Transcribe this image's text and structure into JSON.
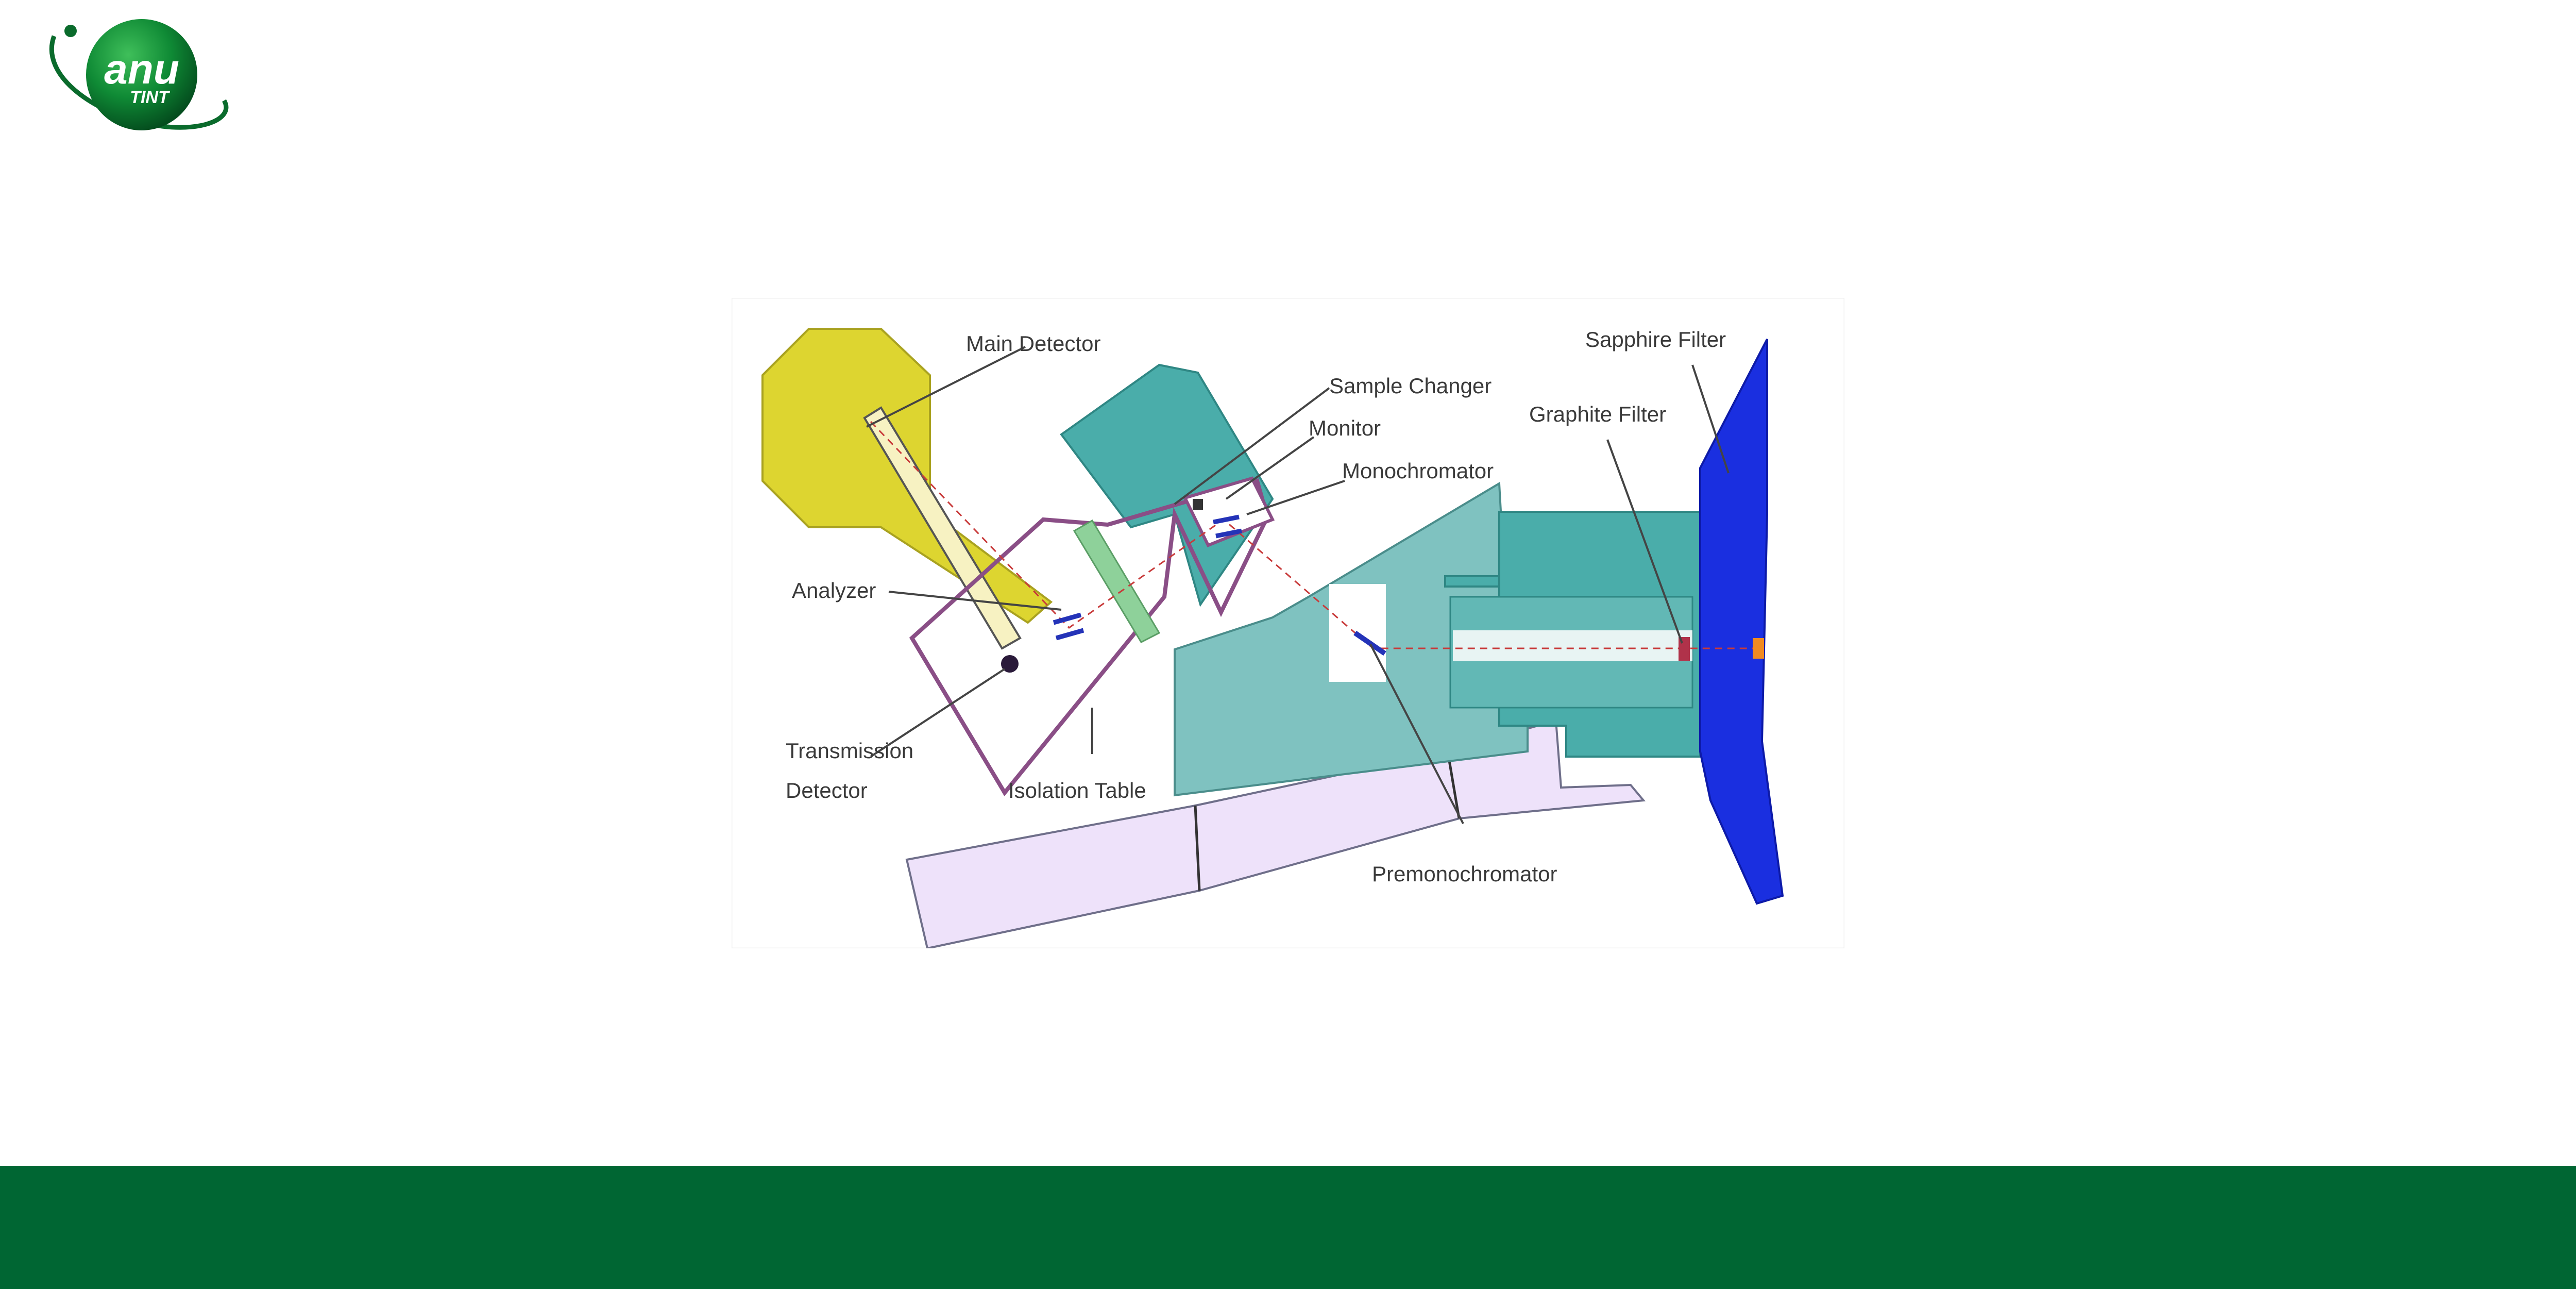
{
  "logo": {
    "primary": "anu",
    "secondary": "TINT"
  },
  "diagram": {
    "labels": {
      "main_detector": "Main Detector",
      "sample_changer": "Sample Changer",
      "monitor": "Monitor",
      "monochromator": "Monochromator",
      "sapphire_filter": "Sapphire Filter",
      "graphite_filter": "Graphite Filter",
      "analyzer": "Analyzer",
      "transmission_1": "Transmission",
      "transmission_2": "Detector",
      "isolation_table": "Isolation Table",
      "premonochromator": "Premonochromator"
    }
  },
  "colors": {
    "footer": "#006633",
    "detector_yellow": "#ddd530",
    "teal_dark": "#4aadaa",
    "teal_light": "#7fc2c0",
    "sapphire_blue": "#1a2fe0",
    "table_lilac": "#eee2fa",
    "analyzer_purple": "#8a4e86",
    "monochromator_green": "#8ed19a"
  }
}
